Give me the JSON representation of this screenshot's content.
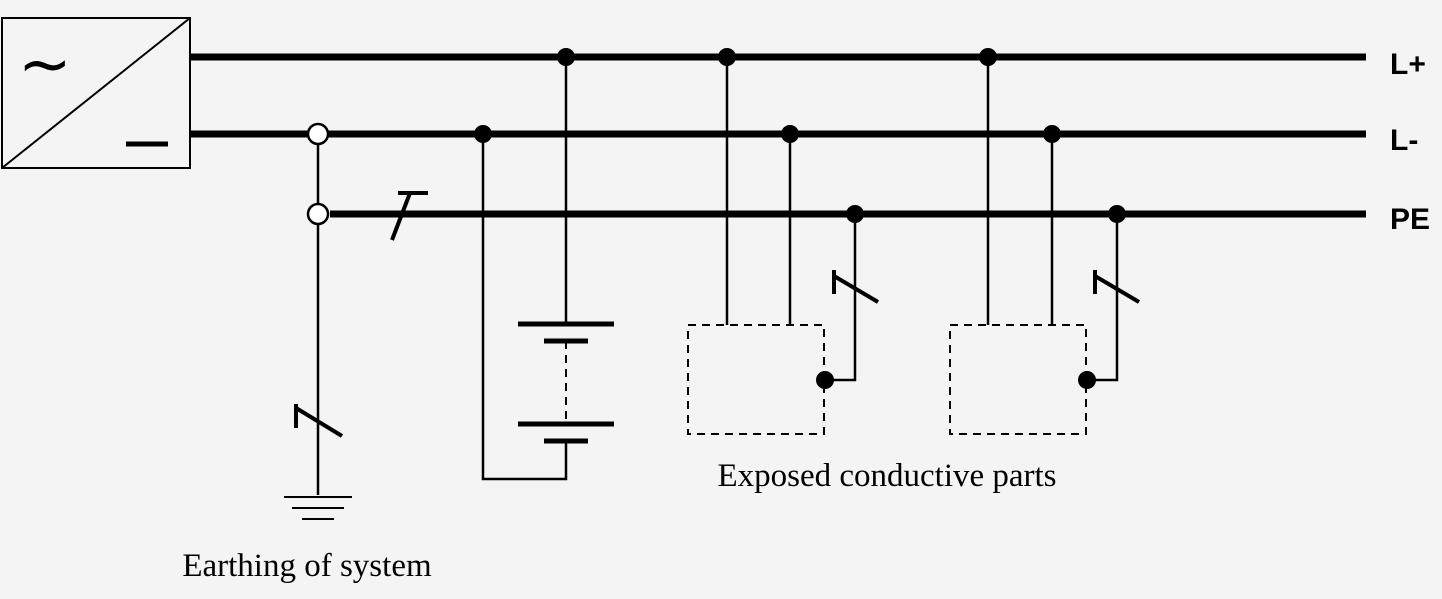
{
  "diagram": {
    "source_symbols": {
      "ac": "~",
      "dc": "—"
    },
    "buses": {
      "l_plus": "L+",
      "l_minus": "L-",
      "pe": "PE"
    },
    "captions": {
      "exposed_parts": "Exposed conductive parts",
      "earthing": "Earthing of system"
    },
    "colors": {
      "background": "#f4f4f4",
      "ink": "#000000"
    }
  }
}
